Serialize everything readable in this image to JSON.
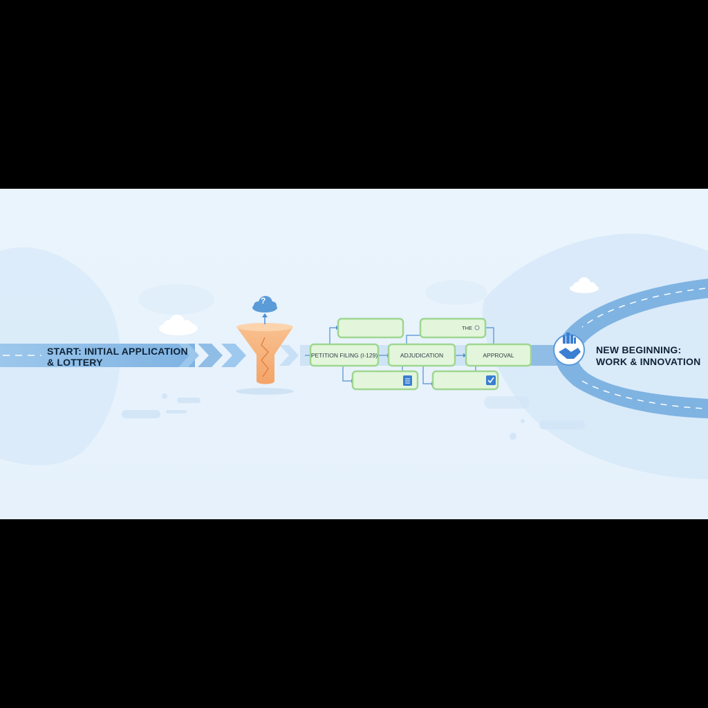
{
  "start": {
    "line1": "START: INITIAL APPLICATION",
    "line2": "& LOTTERY"
  },
  "end": {
    "line1": "NEW BEGINNING:",
    "line2": "WORK & INNOVATION"
  },
  "funnel": {
    "cloud_icon": "question-cloud-icon",
    "cloud_symbol": "?"
  },
  "stages": {
    "petition": "PETITION FILING (I-129)",
    "adjudication": "ADJUDICATION",
    "approval": "APPROVAL",
    "top_right_box": "THE"
  },
  "icons": {
    "document": "document-icon",
    "check": "checkbox-icon",
    "handshake": "handshake-icon"
  },
  "colors": {
    "background": "#e8f3fc",
    "road": "#8fbde6",
    "funnel": "#f6b07a",
    "box_fill": "#e3f6dc",
    "box_border": "#9ed68f",
    "connector": "#4d8fd0"
  }
}
